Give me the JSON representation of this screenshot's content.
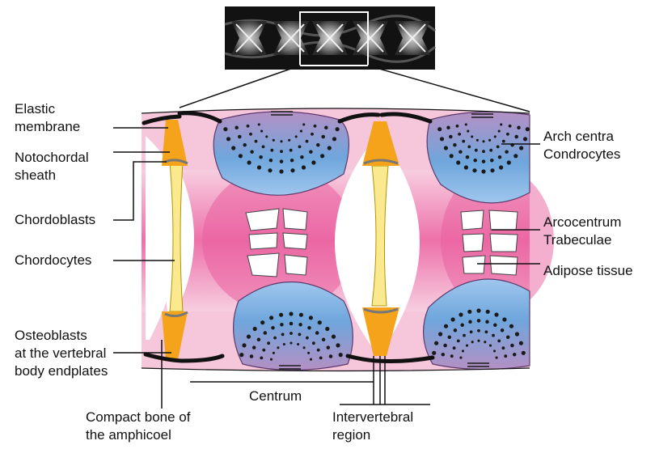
{
  "labels": {
    "elastic_membrane": "Elastic\nmembrane",
    "notochordal_sheath": "Notochordal\nsheath",
    "chordoblasts": "Chordoblasts",
    "chordocytes": "Chordocytes",
    "osteoblasts": "Osteoblasts\nat the vertebral\nbody endplates",
    "compact_bone": "Compact bone of\nthe amphicoel",
    "centrum": "Centrum",
    "intervertebral": "Intervertebral\nregion",
    "arch_centra": "Arch centra\nCondrocytes",
    "arcocentrum": "Arcocentrum\nTrabeculae",
    "adipose": "Adipose tissue"
  },
  "colors": {
    "background_pink": "#f6c6db",
    "central_pink": "#ea5e9e",
    "notochord_yellow": "#fbe990",
    "sheath_orange": "#f4a31a",
    "arch_blue": "#6aa3d8",
    "arch_purple": "#b88cbd",
    "xray_dark": "#111111"
  }
}
